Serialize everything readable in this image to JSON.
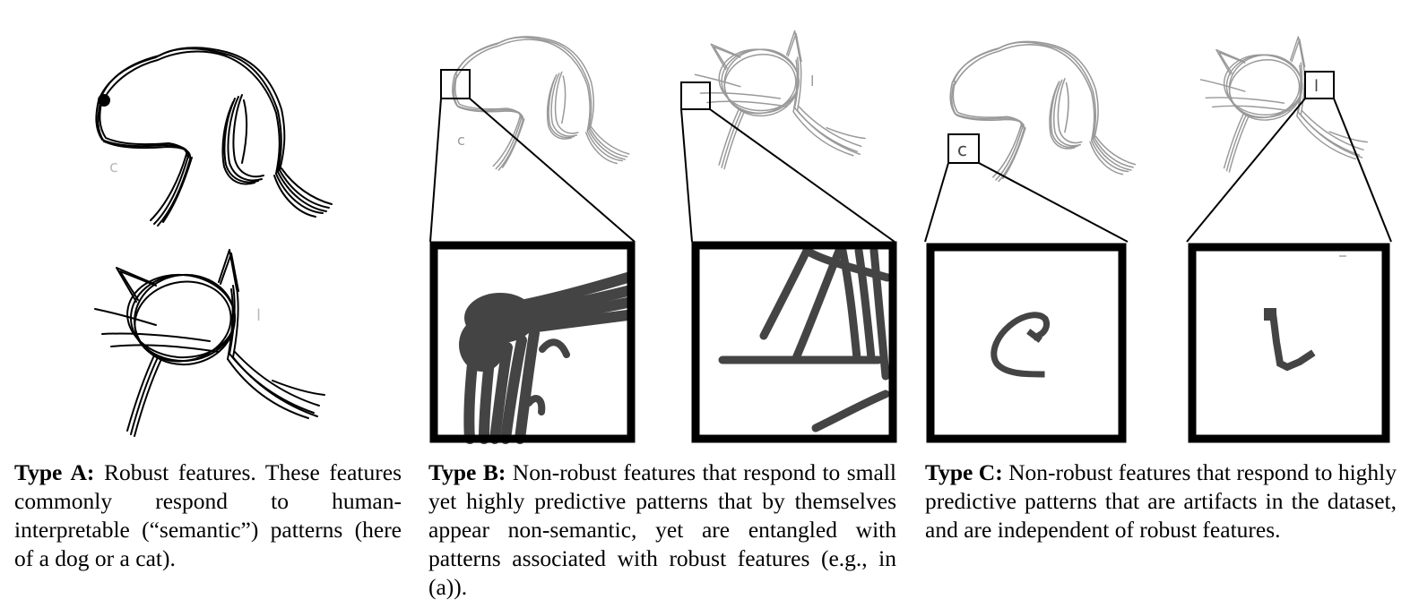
{
  "colors": {
    "ink": "#000000",
    "faded": "#999999",
    "zoom_fill": "#444444",
    "letter_light": "#bbbbbb"
  },
  "glyphs": {
    "c": "c",
    "l": "l"
  },
  "captions": {
    "type_a": {
      "label": "Type A:",
      "text": " Robust features. These features commonly respond to human-interpretable (“semantic”) patterns (here of a dog or a cat)."
    },
    "type_b": {
      "label": "Type B:",
      "text": " Non-robust features that respond to small yet highly predictive patterns that by themselves appear non-semantic, yet are entangled with patterns associated with robust features (e.g., in (a))."
    },
    "type_c": {
      "label": "Type C:",
      "text": " Non-robust features that respond to highly predictive patterns that are artifacts in the dataset, and are independent of robust features."
    }
  }
}
